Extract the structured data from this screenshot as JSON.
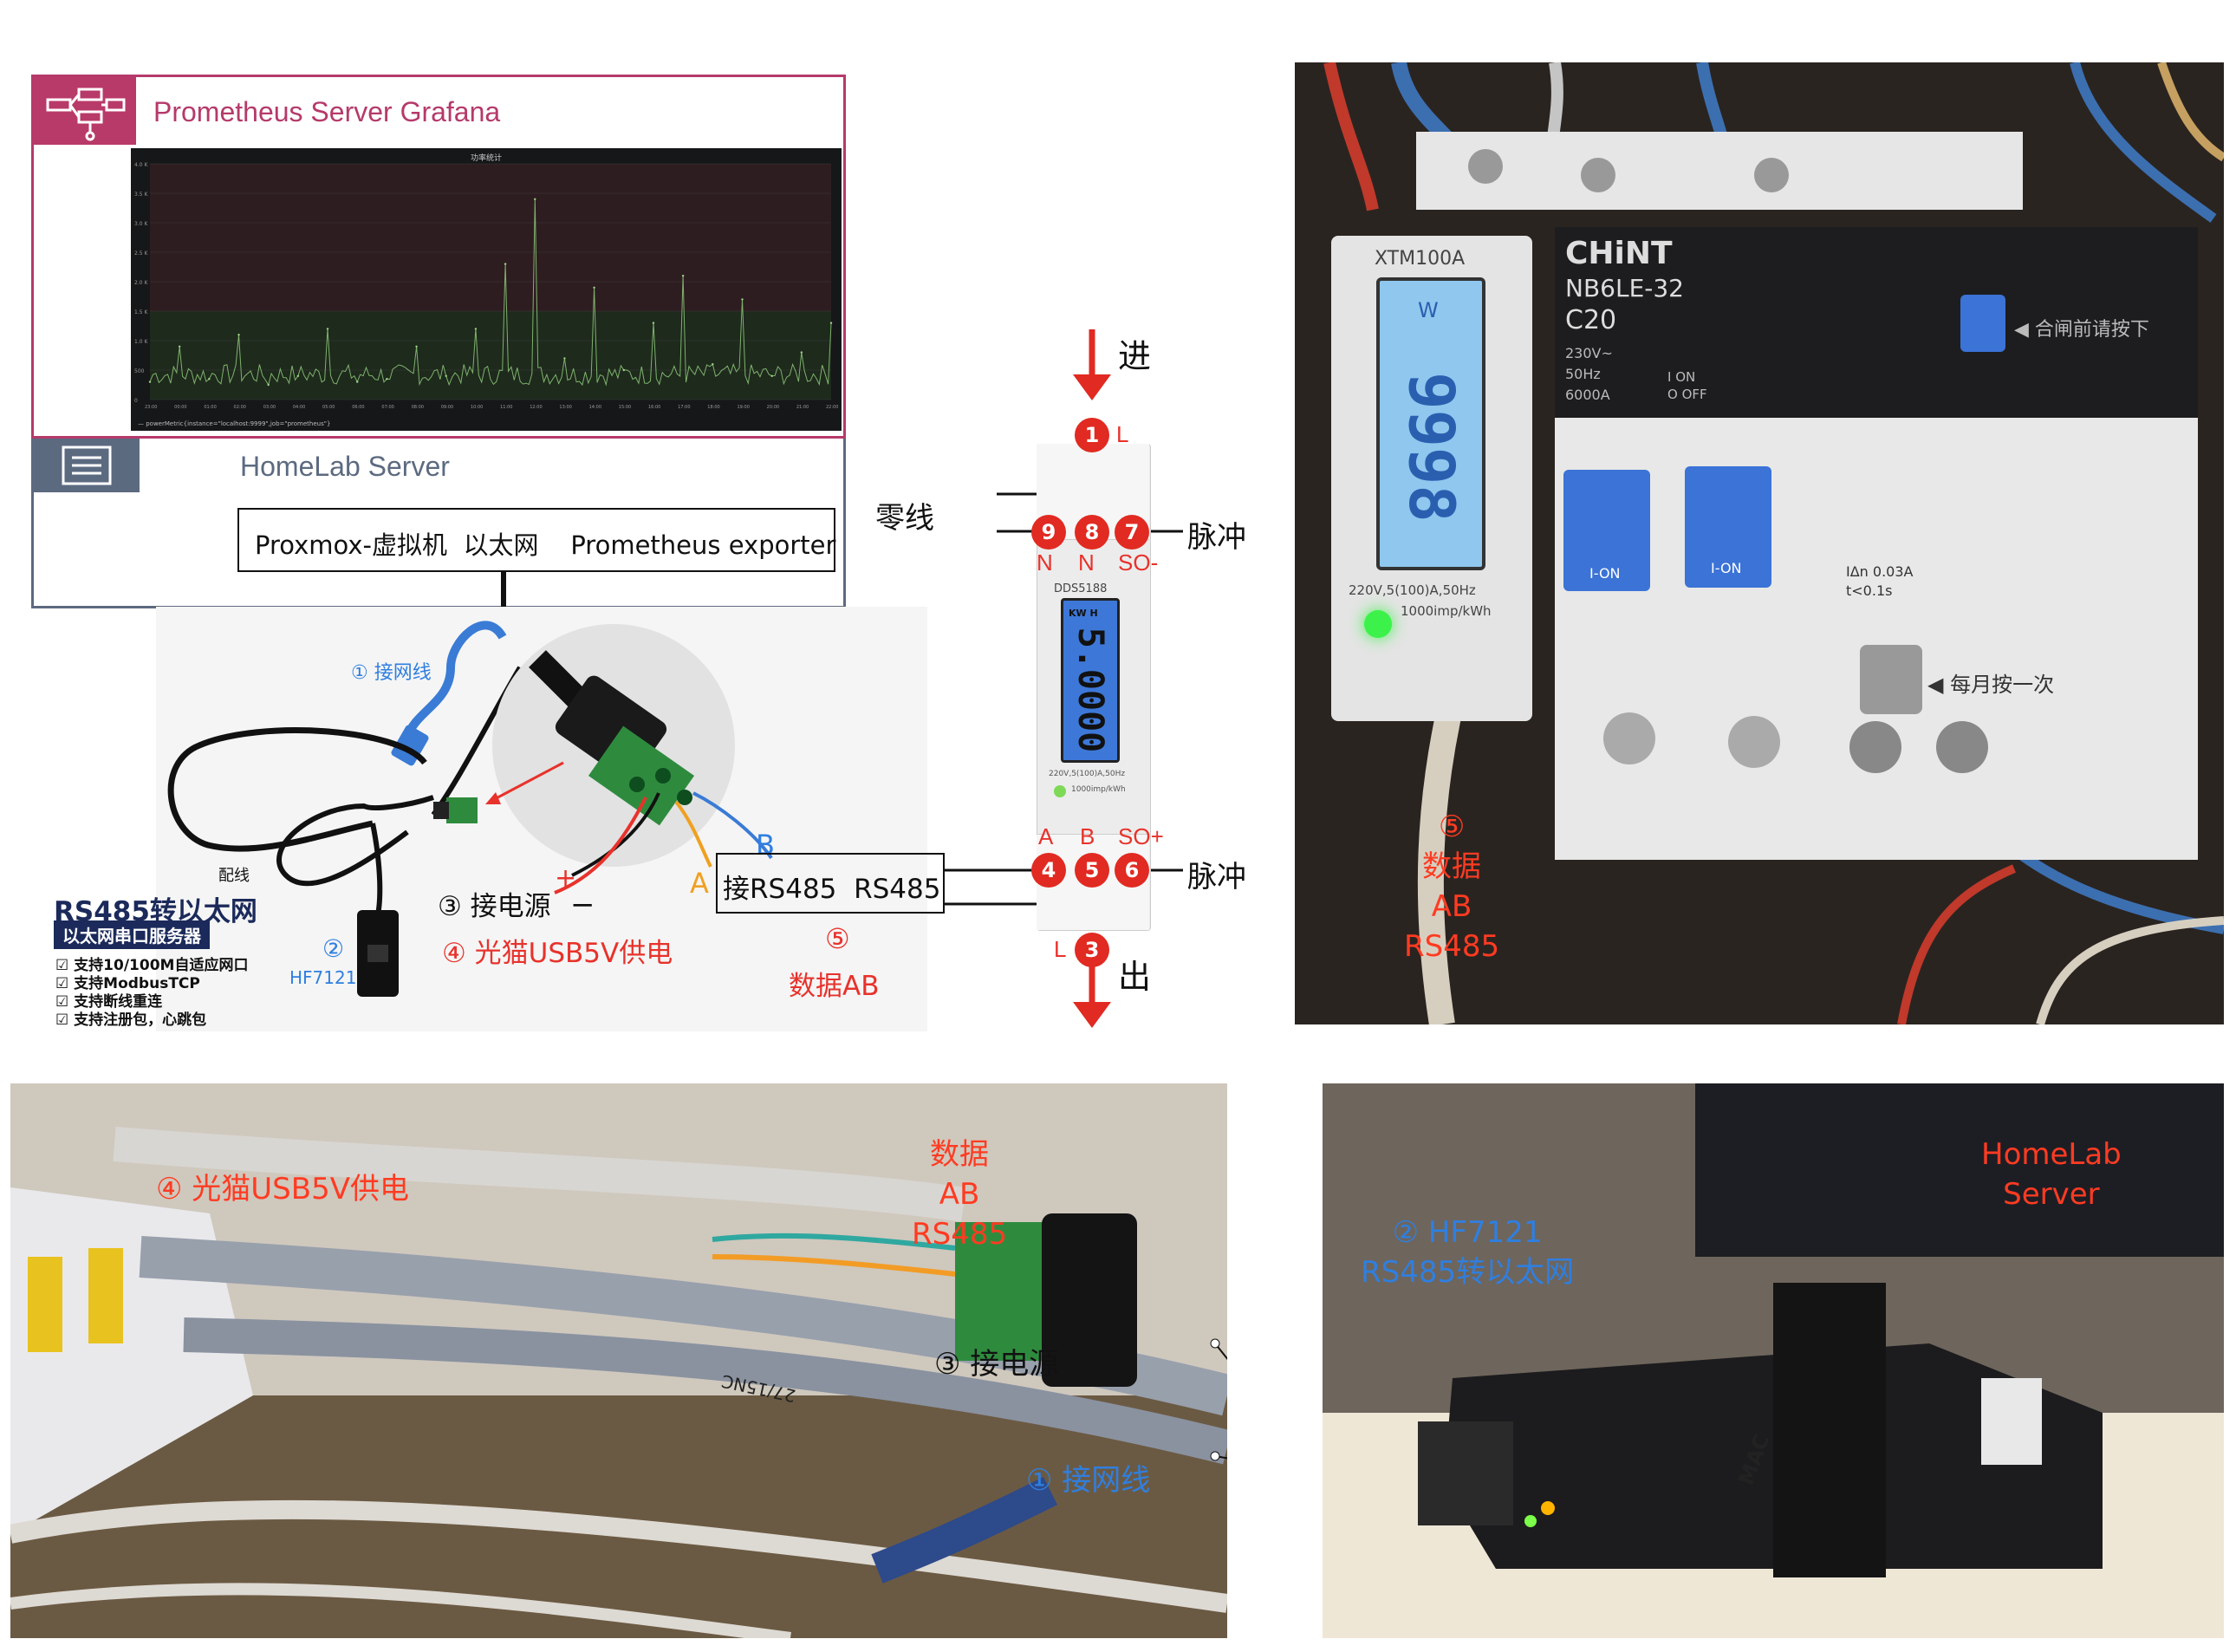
{
  "grafana": {
    "title": "Prometheus Server Grafana",
    "chart_title": "功率统计",
    "y_ticks": [
      "4.0 K",
      "3.5 K",
      "3.0 K",
      "2.5 K",
      "2.0 K",
      "1.5 K",
      "1.0 K",
      "500",
      "0"
    ],
    "x_ticks": [
      "23:00",
      "00:00",
      "01:00",
      "02:00",
      "03:00",
      "04:00",
      "05:00",
      "06:00",
      "07:00",
      "08:00",
      "09:00",
      "10:00",
      "11:00",
      "12:00",
      "13:00",
      "14:00",
      "15:00",
      "16:00",
      "17:00",
      "18:00",
      "19:00",
      "20:00",
      "21:00",
      "22:00"
    ],
    "legend": "— powerMetric{instance=\"localhost:9999\",job=\"prometheus\"}"
  },
  "server": {
    "title": "HomeLab Server",
    "box_text": "Proxmox-虚拟机  以太网    Prometheus exporter"
  },
  "device": {
    "label_1": "① 接网线",
    "label_peixian": "配线",
    "product_title": "RS485转以太网",
    "product_subtitle": "以太网串口服务器",
    "features": [
      "支持10/100M自适应网口",
      "支持ModbusTCP",
      "支持断线重连",
      "支持注册包，心跳包"
    ],
    "label_2_num": "②",
    "label_2_name": "HF7121",
    "label_3": "③ 接电源",
    "label_4": "④ 光猫USB5V供电",
    "label_5_num": "⑤",
    "label_5_text": "数据AB",
    "wire_a": "A",
    "wire_b": "B",
    "plus": "+",
    "minus": "−",
    "rs485_box": "接RS485  RS485"
  },
  "meter_diagram": {
    "in": "进",
    "out": "出",
    "neutral": "零线",
    "pulse_top": "脉冲",
    "pulse_bottom": "脉冲",
    "top_terminals": [
      "1",
      "9",
      "8",
      "7"
    ],
    "top_labels": [
      "L",
      "N",
      "N",
      "SO-"
    ],
    "bottom_terminals": [
      "4",
      "5",
      "6",
      "3"
    ],
    "bottom_labels": [
      "A",
      "B",
      "SO+",
      "L"
    ],
    "meter_model": "DDS5188",
    "meter_reading": "5.0000",
    "meter_unit": "KW H",
    "meter_spec": "220V,5(100)A,50Hz",
    "meter_imp": "1000imp/kWh"
  },
  "panel_photo": {
    "meter_brand": "XTM100A",
    "meter_display": "9998",
    "meter_unit": "W",
    "meter_spec": "220V,5(100)A,50Hz",
    "meter_imp": "1000imp/kWh",
    "breaker_brand": "CHiNT",
    "breaker_model": "NB6LE-32",
    "breaker_rating": "C20",
    "breaker_volt": "230V~",
    "breaker_hz": "50Hz",
    "breaker_cap": "6000A",
    "on_label": "I ON",
    "off_label": "O OFF",
    "hint_press": "◀ 合闸前请按下",
    "ian": "IΔn 0.03A",
    "t": "t<0.1s",
    "monthly": "◀ 每月按一次",
    "ion": "I-ON",
    "note": "⑤\n数据\nAB\nRS485"
  },
  "bottom_left": {
    "note_4": "④ 光猫USB5V供电",
    "note_data": "数据\nAB\nRS485",
    "note_3": "③ 接电源",
    "note_1": "① 接网线",
    "cable_text": "27/15NC"
  },
  "bottom_right": {
    "server": "HomeLab\nServer",
    "device": "② HF7121\nRS485转以太网",
    "mac": "MAC"
  },
  "chart_data": {
    "type": "line",
    "title": "功率统计",
    "xlabel": "",
    "ylabel": "",
    "ylim": [
      0,
      4000
    ],
    "x": [
      "23:00",
      "00:00",
      "01:00",
      "02:00",
      "03:00",
      "04:00",
      "05:00",
      "06:00",
      "07:00",
      "08:00",
      "09:00",
      "10:00",
      "11:00",
      "12:00",
      "13:00",
      "14:00",
      "15:00",
      "16:00",
      "17:00",
      "18:00",
      "19:00",
      "20:00",
      "21:00",
      "22:00"
    ],
    "series": [
      {
        "name": "powerMetric{instance=\"localhost:9999\",job=\"prometheus\"}",
        "values": [
          300,
          900,
          350,
          1100,
          250,
          400,
          1200,
          300,
          350,
          900,
          400,
          1200,
          2300,
          3400,
          700,
          1900,
          500,
          1300,
          2100,
          600,
          1700,
          400,
          800,
          1300
        ]
      }
    ],
    "grid": true,
    "legend": "bottom-left"
  }
}
